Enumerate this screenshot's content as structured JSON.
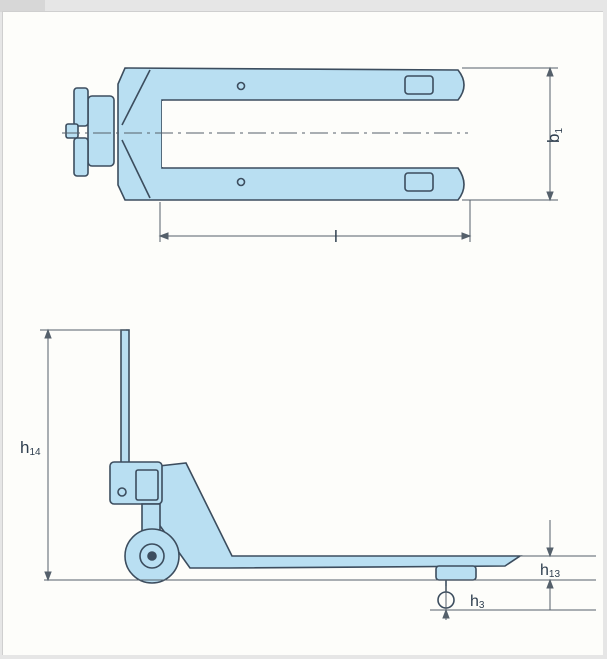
{
  "colors": {
    "fill": "#b9dff2",
    "stroke": "#3c4d5e",
    "dim": "#55606b",
    "panel": "#fdfdfa",
    "background": "#e6e6e6"
  },
  "labels": {
    "top_view_width": "b",
    "top_view_width_sub": "1",
    "top_view_length": "l",
    "side_height_handle": "h",
    "side_height_handle_sub": "14",
    "side_height_fork": "h",
    "side_height_fork_sub": "13",
    "side_height_lowered": "h",
    "side_height_lowered_sub": "3"
  }
}
